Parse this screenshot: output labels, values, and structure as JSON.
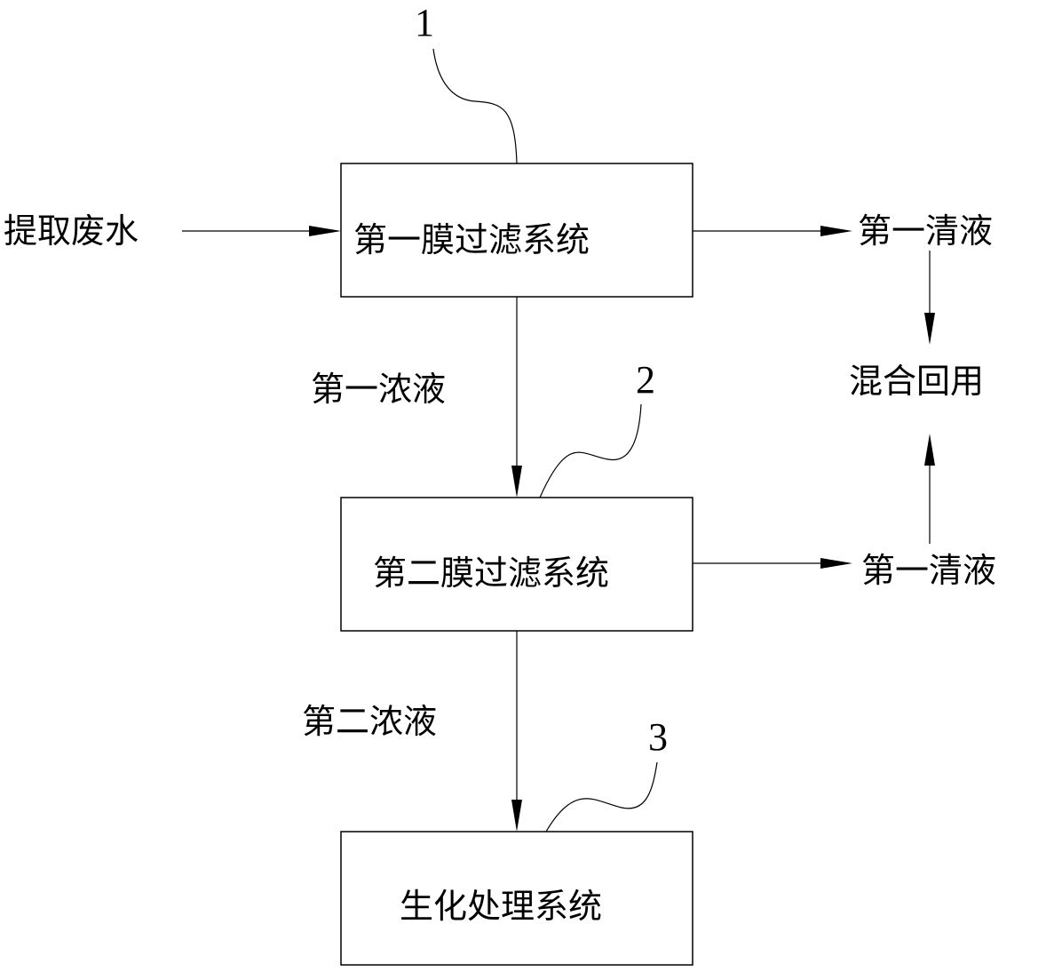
{
  "diagram": {
    "input_label": "提取废水",
    "boxes": [
      {
        "id": "box1",
        "label": "第一膜过滤系统",
        "ref": "1"
      },
      {
        "id": "box2",
        "label": "第二膜过滤系统",
        "ref": "2"
      },
      {
        "id": "box3",
        "label": "生化处理系统",
        "ref": "3"
      }
    ],
    "flows": {
      "concentrate_1": "第一浓液",
      "concentrate_2": "第二浓液",
      "clear_1": "第一清液",
      "clear_2": "第一清液",
      "reuse": "混合回用"
    }
  }
}
